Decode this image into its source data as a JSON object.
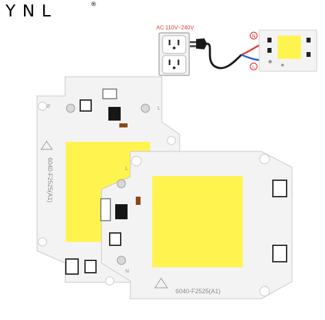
{
  "brand": {
    "logo": "YNL",
    "registered": "®"
  },
  "wiring": {
    "voltage_label": "AC 110V~240V",
    "neutral_marker": "N",
    "live_marker": "L"
  },
  "chips": {
    "back": {
      "model": "6040-F2525(A1)",
      "n_mark": "N",
      "l_mark": "L"
    },
    "front": {
      "model": "6040-F2525(A1)",
      "n_mark": "N",
      "l_mark": "L"
    }
  },
  "colors": {
    "led_yellow": "#fff44f",
    "board_white": "#f3f3f3",
    "plug_black": "#1a1a1a",
    "wire_red": "#e53935",
    "wire_blue": "#1e5fd8"
  }
}
